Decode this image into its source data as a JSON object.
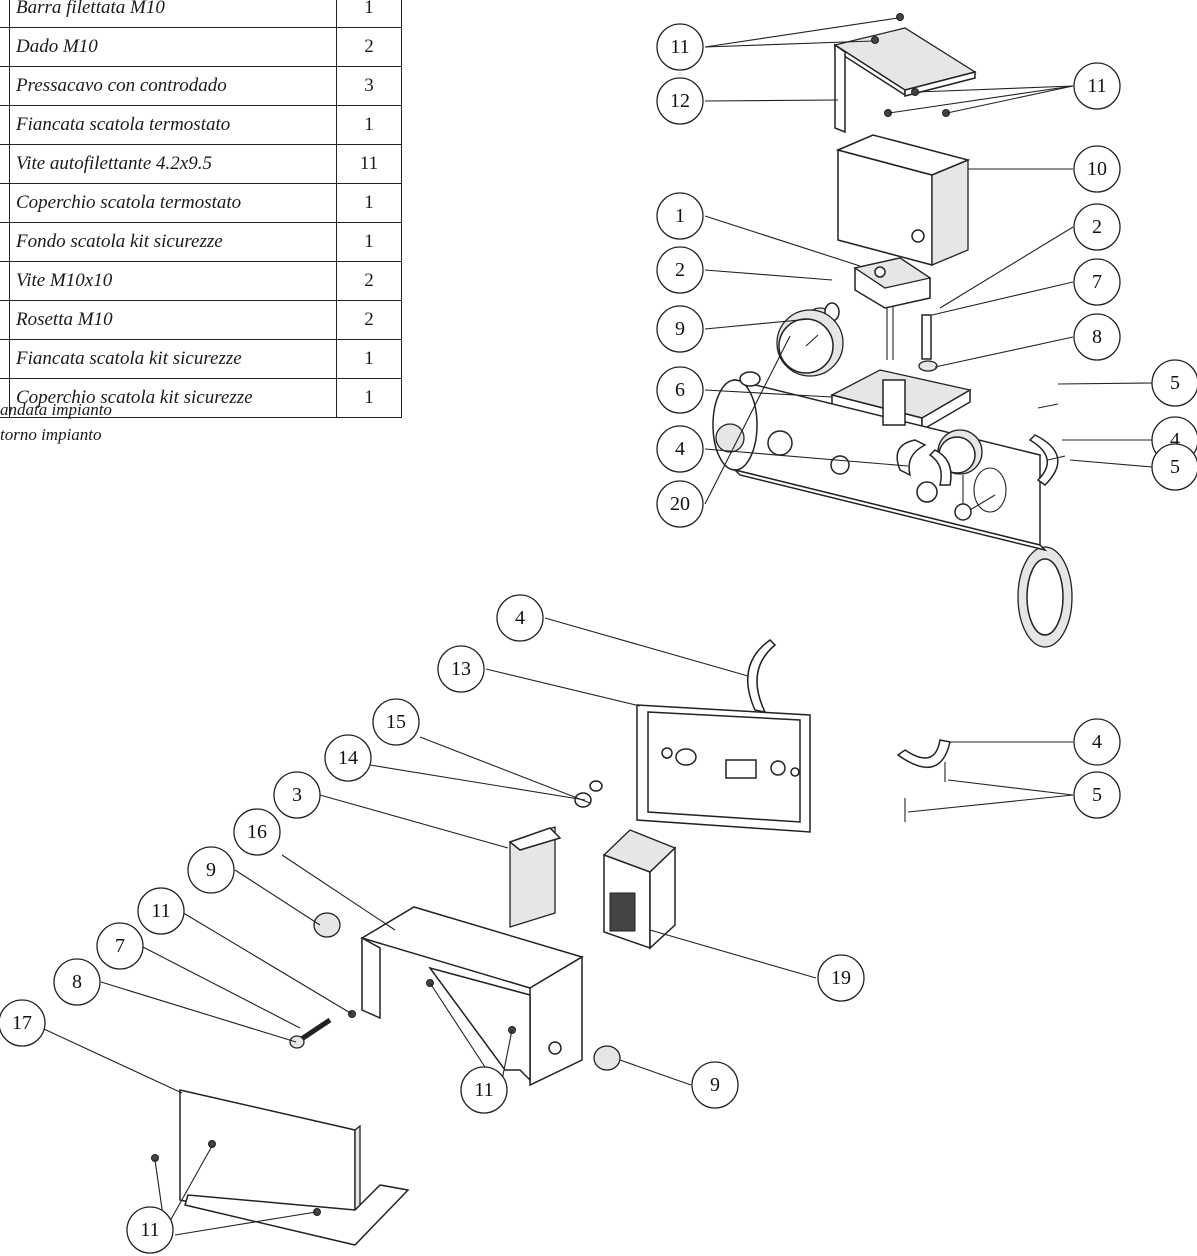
{
  "parts_table": {
    "rows": [
      {
        "description": "Barra filettata M10",
        "qty": "1"
      },
      {
        "description": "Dado M10",
        "qty": "2"
      },
      {
        "description": "Pressacavo con controdado",
        "qty": "3"
      },
      {
        "description": "Fiancata scatola termostato",
        "qty": "1"
      },
      {
        "description": "Vite autofilettante 4.2x9.5",
        "qty": "11"
      },
      {
        "description": "Coperchio scatola termostato",
        "qty": "1"
      },
      {
        "description": "Fondo scatola kit sicurezze",
        "qty": "1"
      },
      {
        "description": "Vite M10x10",
        "qty": "2"
      },
      {
        "description": "Rosetta M10",
        "qty": "2"
      },
      {
        "description": "Fiancata scatola kit sicurezze",
        "qty": "1"
      },
      {
        "description": "Coperchio scatola kit sicurezze",
        "qty": "1"
      }
    ]
  },
  "legend": {
    "line1": "andata impianto",
    "line2": "torno impianto"
  },
  "callouts": [
    "11",
    "12",
    "11",
    "10",
    "1",
    "2",
    "2",
    "7",
    "9",
    "8",
    "6",
    "5",
    "4",
    "4",
    "5",
    "20",
    "4",
    "13",
    "4",
    "15",
    "14",
    "5",
    "3",
    "16",
    "9",
    "19",
    "11",
    "7",
    "8",
    "11",
    "9",
    "17",
    "11"
  ]
}
